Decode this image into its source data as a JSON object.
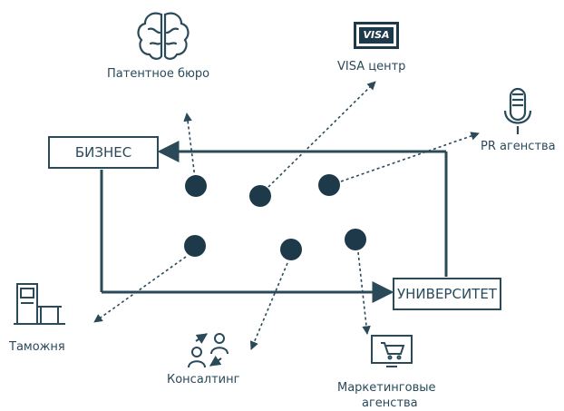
{
  "nodes": {
    "business": "БИЗНЕС",
    "university": "УНИВЕРСИТЕТ"
  },
  "partners": {
    "patent": "Патентное бюро",
    "visa": "VISA центр",
    "visa_logo": "VISA",
    "pr": "PR агенства",
    "customs": "Таможня",
    "consulting": "Консалтинг",
    "marketing_line1": "Маркетинговые",
    "marketing_line2": "агенства"
  },
  "colors": {
    "primary": "#2a4a5a",
    "background": "#ffffff"
  },
  "icons": [
    "brain-icon",
    "visa-card-icon",
    "microphone-icon",
    "customs-terminal-icon",
    "consulting-people-icon",
    "marketing-monitor-icon"
  ]
}
